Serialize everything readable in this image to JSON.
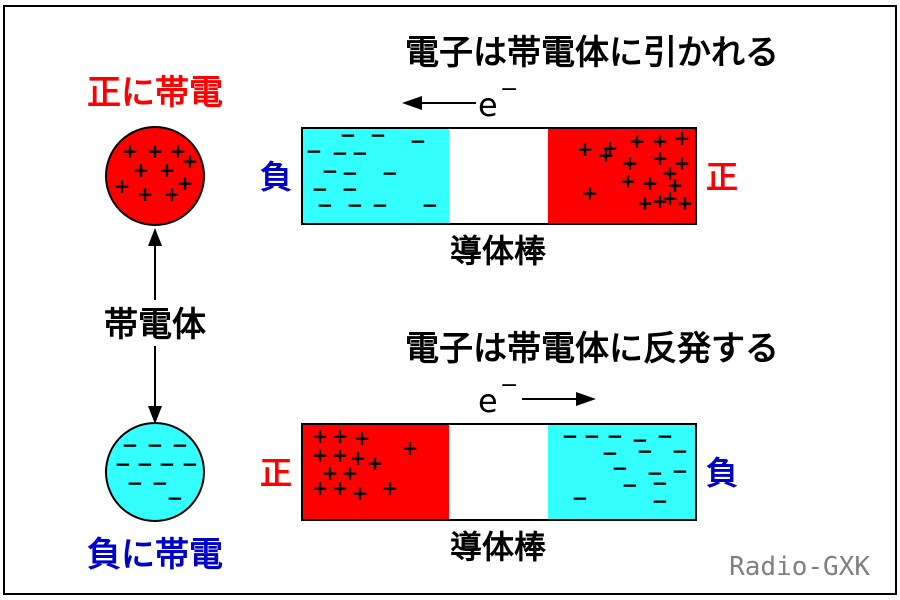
{
  "left": {
    "positive_sphere_label": "正に帯電",
    "charged_body_label": "帯電体",
    "negative_sphere_label": "負に帯電"
  },
  "top_panel": {
    "title": "電子は帯電体に引かれる",
    "electron_label": "e",
    "electron_sup": "−",
    "left_end_label": "負",
    "right_end_label": "正",
    "rod_label": "導体棒"
  },
  "bottom_panel": {
    "title": "電子は帯電体に反発する",
    "electron_label": "e",
    "electron_sup": "−",
    "left_end_label": "正",
    "right_end_label": "負",
    "rod_label": "導体棒"
  },
  "watermark": "Radio-GXK",
  "marks": {
    "plus": "+",
    "minus": "−"
  },
  "colors": {
    "positive": "#ff0000",
    "negative": "#33ffff",
    "positive_text": "#ff0000",
    "negative_text": "#0000cc",
    "frame": "#000000",
    "watermark": "#808080"
  }
}
